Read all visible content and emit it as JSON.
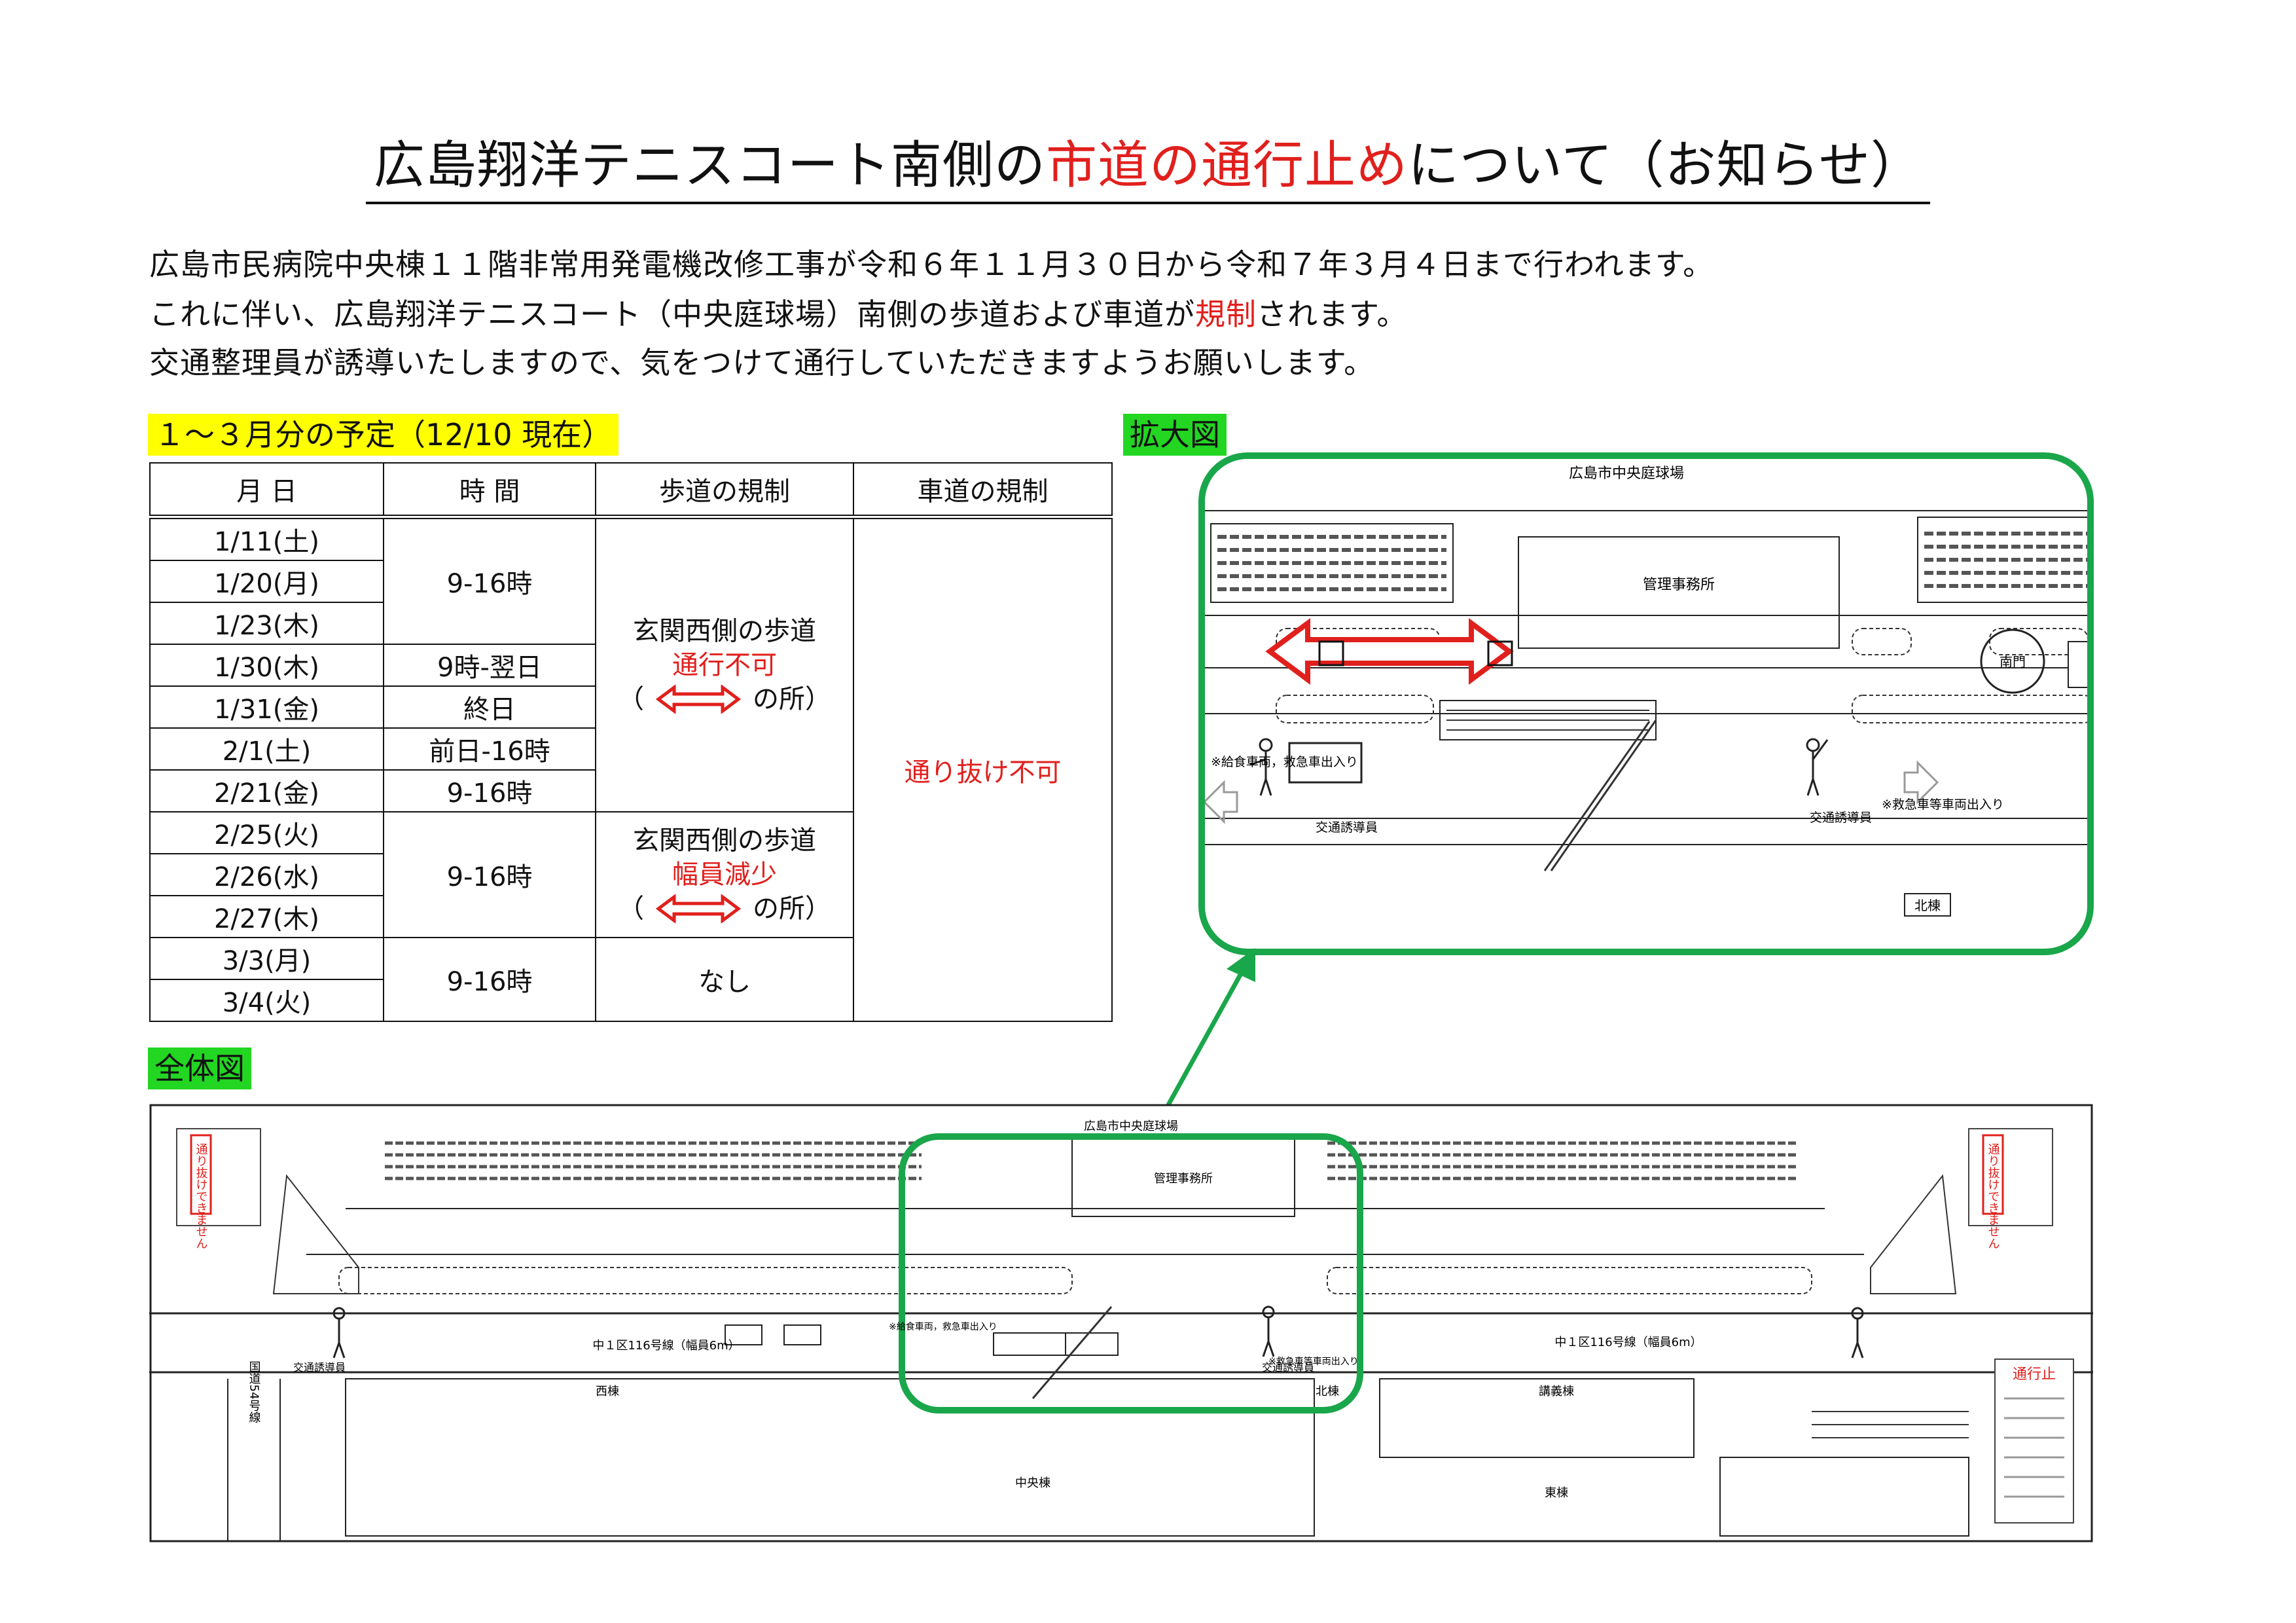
{
  "title": {
    "part1": "広島翔洋テニスコート南側の",
    "part2": "市道の通行止め",
    "part3": "について（お知らせ）"
  },
  "intro": {
    "line1": "広島市民病院中央棟１１階非常用発電機改修工事が令和６年１１月３０日から令和７年３月４日まで行われます。",
    "line2a": "これに伴い、広島翔洋テニスコート（中央庭球場）南側の歩道および車道が",
    "line2b": "規制",
    "line2c": "されます。",
    "line3": "交通整理員が誘導いたしますので、気をつけて通行していただきますようお願いします。"
  },
  "schedule_label": "１～３月分の予定（12/10 現在）",
  "zoom_label": "拡大図",
  "overview_label": "全体図",
  "table": {
    "headers": [
      "月 日",
      "時 間",
      "歩道の規制",
      "車道の規制"
    ],
    "dates": [
      "1/11(土)",
      "1/20(月)",
      "1/23(木)",
      "1/30(木)",
      "1/31(金)",
      "2/1(土)",
      "2/21(金)",
      "2/25(火)",
      "2/26(水)",
      "2/27(木)",
      "3/3(月)",
      "3/4(火)"
    ],
    "times": [
      "9-16時",
      "9時-翌日",
      "終日",
      "前日-16時",
      "9-16時",
      "9-16時",
      "9-16時"
    ],
    "sidewalk_a": {
      "line1": "玄関西側の歩道",
      "line2": "通行不可",
      "open": "（",
      "close": "の所）"
    },
    "sidewalk_b": {
      "line1": "玄関西側の歩道",
      "line2": "幅員減少",
      "open": "（",
      "close": "の所）"
    },
    "sidewalk_c": "なし",
    "road": "通り抜け不可"
  },
  "zoom_map": {
    "top_label": "広島市中央庭球場",
    "office": "管理事務所",
    "entrance": "南門",
    "note_left": "※給食車両，救急車出入り",
    "note_right": "※救急車等車両出入り",
    "guard_left": "交通誘導員",
    "guard_right": "交通誘導員",
    "building": "北棟"
  },
  "overview_map": {
    "top_label": "広島市中央庭球場",
    "office": "管理事務所",
    "road_left": "中１区116号線（幅員6m）",
    "road_right": "中１区116号線（幅員6m）",
    "building_west": "西棟",
    "building_north": "北棟",
    "building_center": "中央棟",
    "building_east": "東棟",
    "building_lecture": "講義棟",
    "national_road": "国道54号線",
    "sign_left": "通り抜けできません",
    "sign_right": "通り抜けできません",
    "sign_stop": "通行止",
    "guard_left": "交通誘導員",
    "guard_mid": "交通誘導員",
    "note_left": "※給食車両，救急車出入り",
    "note_mid": "※救急車等車両出入り"
  },
  "colors": {
    "red": "#e0201d",
    "green": "#1aa64a",
    "yellow": "#ffff00",
    "label_green": "#22d622"
  }
}
